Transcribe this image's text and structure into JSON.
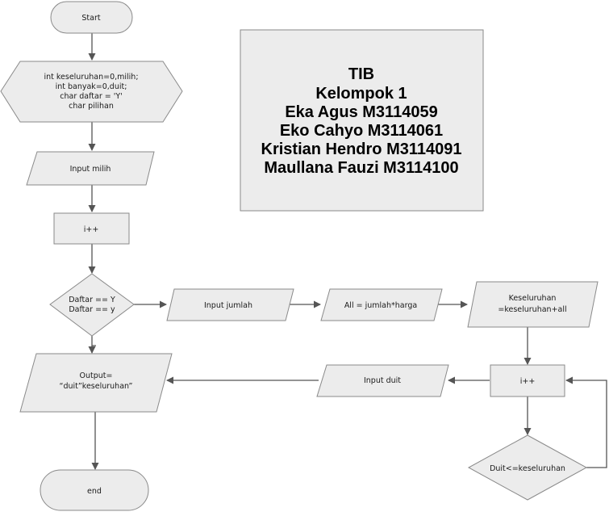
{
  "nodes": {
    "start": "Start",
    "init": [
      "int keseluruhan=0,milih;",
      "int banyak=0,duit;",
      "char daftar = 'Y'",
      "char pilihan"
    ],
    "input_milih": "Input milih",
    "incr1": "i++",
    "decision_daftar": [
      "Daftar == Y",
      "Daftar == y"
    ],
    "input_jumlah": "Input jumlah",
    "calc_all": "All = jumlah*harga",
    "update_total": [
      "Keseluruhan",
      "=keseluruhan+all"
    ],
    "incr2": "i++",
    "decision_duit": "Duit<=keseluruhan",
    "input_duit": "Input duit",
    "output": [
      "Output=",
      "“duit”keseluruhan”"
    ],
    "end": "end"
  },
  "info_box": {
    "lines": [
      "TIB",
      "Kelompok 1",
      "Eka Agus M3114059",
      "Eko Cahyo M3114061",
      "Kristian Hendro M3114091",
      "Maullana Fauzi M3114100"
    ]
  },
  "colors": {
    "shape_fill": "#ececec",
    "shape_stroke": "#8a8a8a",
    "edge": "#555555"
  }
}
